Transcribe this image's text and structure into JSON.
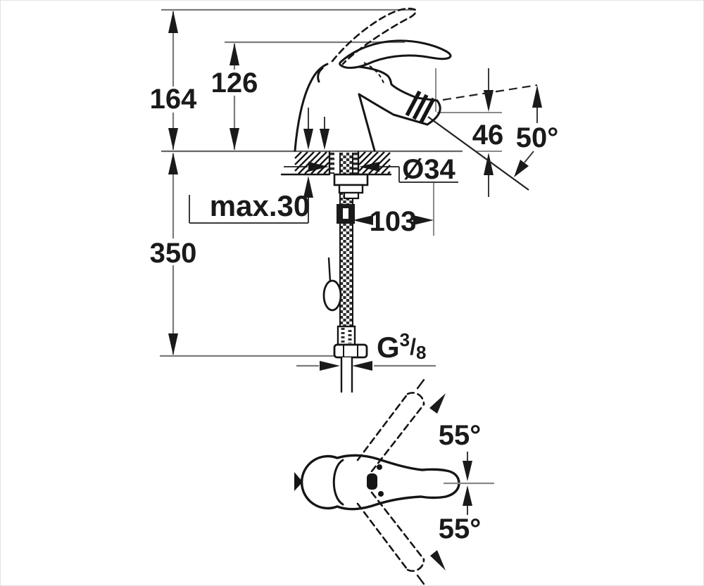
{
  "drawing": {
    "kind": "technical dimension drawing",
    "views": [
      "side elevation with mounting deck and supply hose",
      "top view of lever handle swing"
    ],
    "colors": {
      "background": "#ffffff",
      "product_line": "#151515",
      "dimension_line": "#7b7b7b",
      "text": "#1a1a1a"
    },
    "labels": {
      "dim_164": "164",
      "dim_126": "126",
      "dim_350": "350",
      "dim_max30": "max.30",
      "dim_o34": "Ø34",
      "dim_103": "103",
      "dim_46": "46",
      "dim_50deg": "50°",
      "dim_55deg_upper": "55°",
      "dim_55deg_lower": "55°",
      "thread_g": "G",
      "thread_numerator": "3",
      "thread_slash": "/",
      "thread_denominator": "8"
    }
  }
}
